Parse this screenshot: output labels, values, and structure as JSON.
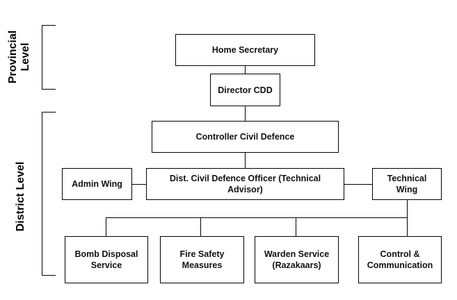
{
  "levels": {
    "provincial": "Provincial Level",
    "provincial_line1": "Provincial",
    "provincial_line2": "Level",
    "district": "District Level"
  },
  "nodes": {
    "home_secretary": "Home Secretary",
    "director_cdd": "Director CDD",
    "controller": "Controller Civil Defence",
    "admin_wing": "Admin Wing",
    "dcdo_line1": "Dist. Civil Defence Officer (Technical",
    "dcdo_line2": "Advisor)",
    "technical_wing_line1": "Technical",
    "technical_wing_line2": "Wing",
    "bomb_line1": "Bomb Disposal",
    "bomb_line2": "Service",
    "fire_line1": "Fire Safety",
    "fire_line2": "Measures",
    "warden_line1": "Warden Service",
    "warden_line2": "(Razakaars)",
    "control_line1": "Control &",
    "control_line2": "Communication"
  }
}
